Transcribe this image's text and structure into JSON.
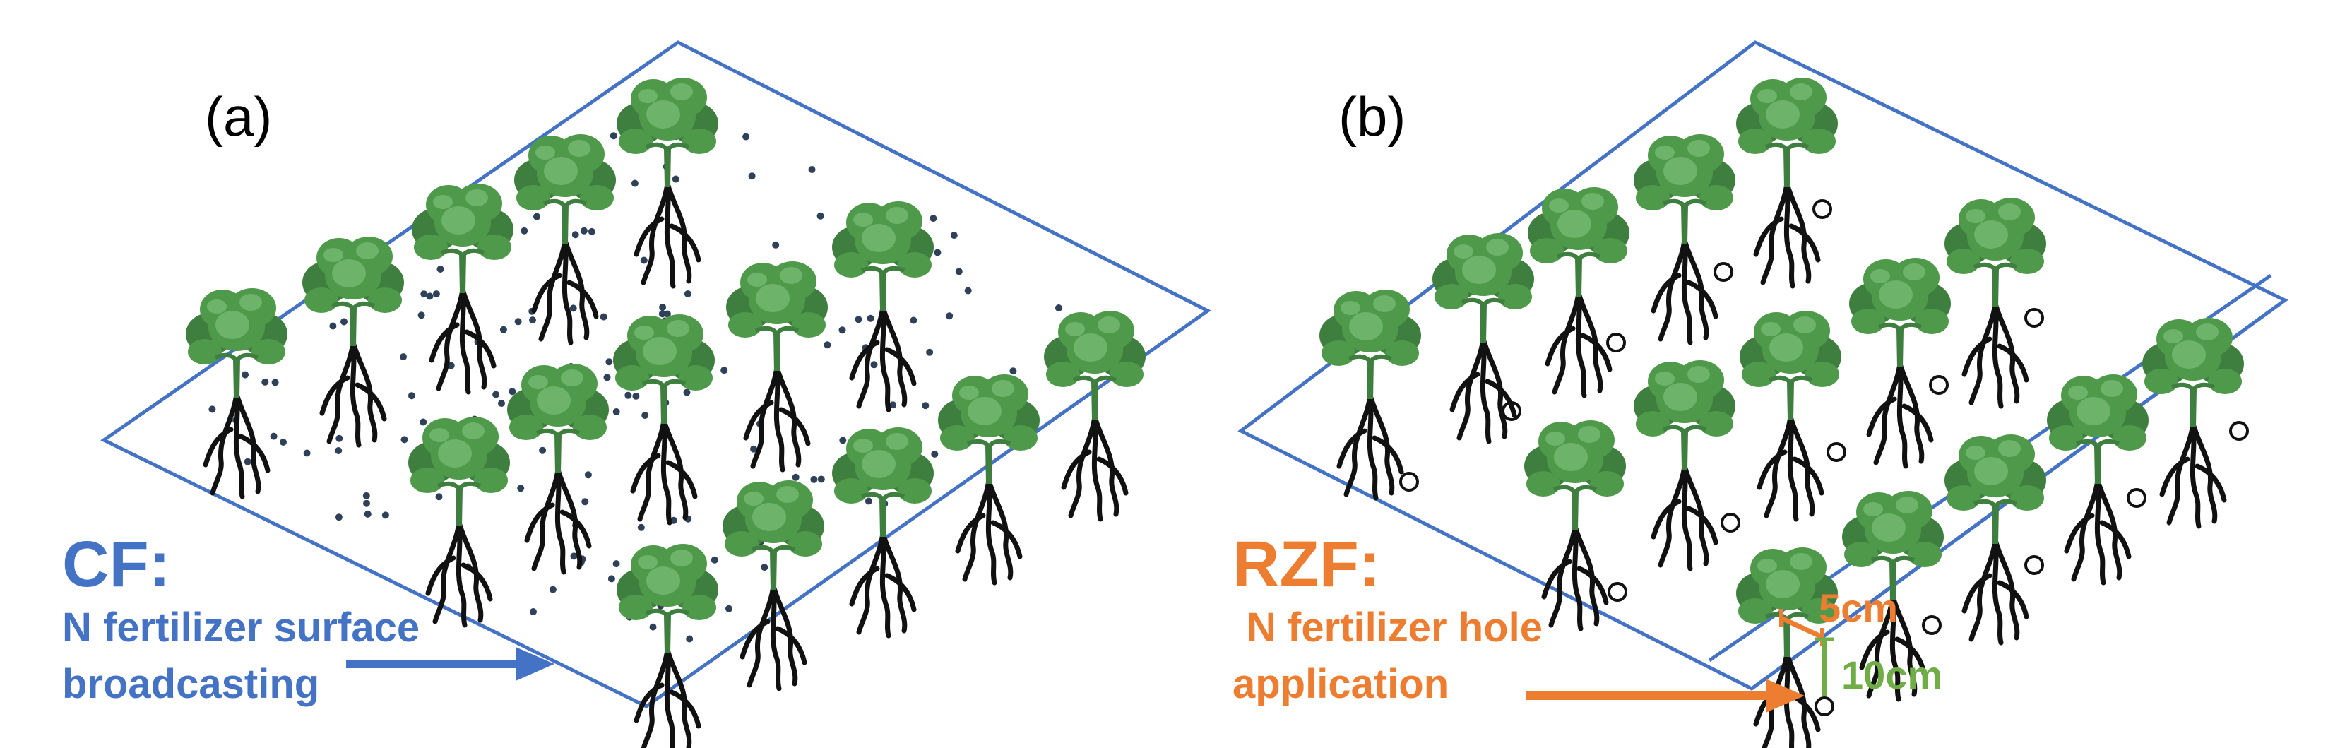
{
  "panels": {
    "a": {
      "label": "(a)",
      "title": "CF:",
      "desc_line1": "N fertilizer surface",
      "desc_line2": "broadcasting",
      "accent": "#4472C4"
    },
    "b": {
      "label": "(b)",
      "title": "RZF:",
      "desc_line1": "N fertilizer hole",
      "desc_line2": "application",
      "accent": "#ED7D31",
      "dim_horizontal": "5cm",
      "dim_vertical": "10cm",
      "dim_vertical_color": "#70AD47"
    }
  },
  "colors": {
    "field_outline": "#4472C4",
    "plant_dark": "#3E7E3E",
    "plant_mid": "#4F9A4A",
    "plant_light": "#6DB36A",
    "root": "#111111",
    "granule": "#2F4158",
    "hole_outline": "#111111"
  },
  "icons": {
    "plant": "plant-icon",
    "granule": "fertilizer-granule-icon",
    "hole": "fertilizer-hole-icon",
    "arrow": "arrow-right-icon"
  }
}
